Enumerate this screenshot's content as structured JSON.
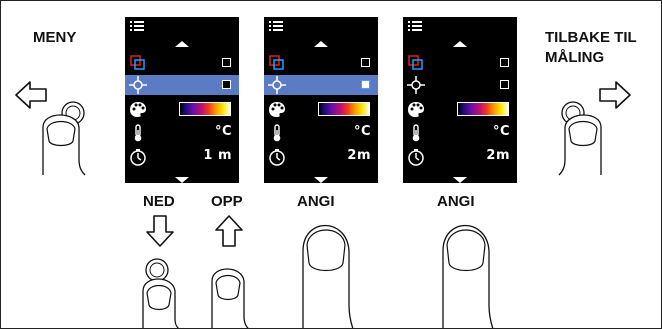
{
  "labels": {
    "menu": "MENY",
    "back_line1": "TILBAKE TIL",
    "back_line2": "MÅLING",
    "down": "NED",
    "up": "OPP",
    "set_1": "ANGI",
    "set_2": "ANGI"
  },
  "screens": [
    {
      "selected_checked": false,
      "unit": "°C",
      "time": "1 m"
    },
    {
      "selected_checked": true,
      "unit": "°C",
      "time": "2m"
    },
    {
      "selected_checked": false,
      "unit": "°C",
      "time": "2m"
    }
  ],
  "colors": {
    "highlight": "#5b7bc4",
    "screen_bg": "#000000",
    "check_blue": "#4aa0ff"
  },
  "icons": [
    "menu-list-icon",
    "picture-in-picture-icon",
    "crosshair-icon",
    "palette-icon",
    "thermometer-icon",
    "timer-icon",
    "hand-press-icon",
    "arrow-left-icon",
    "arrow-right-icon",
    "arrow-down-icon",
    "arrow-up-icon"
  ]
}
